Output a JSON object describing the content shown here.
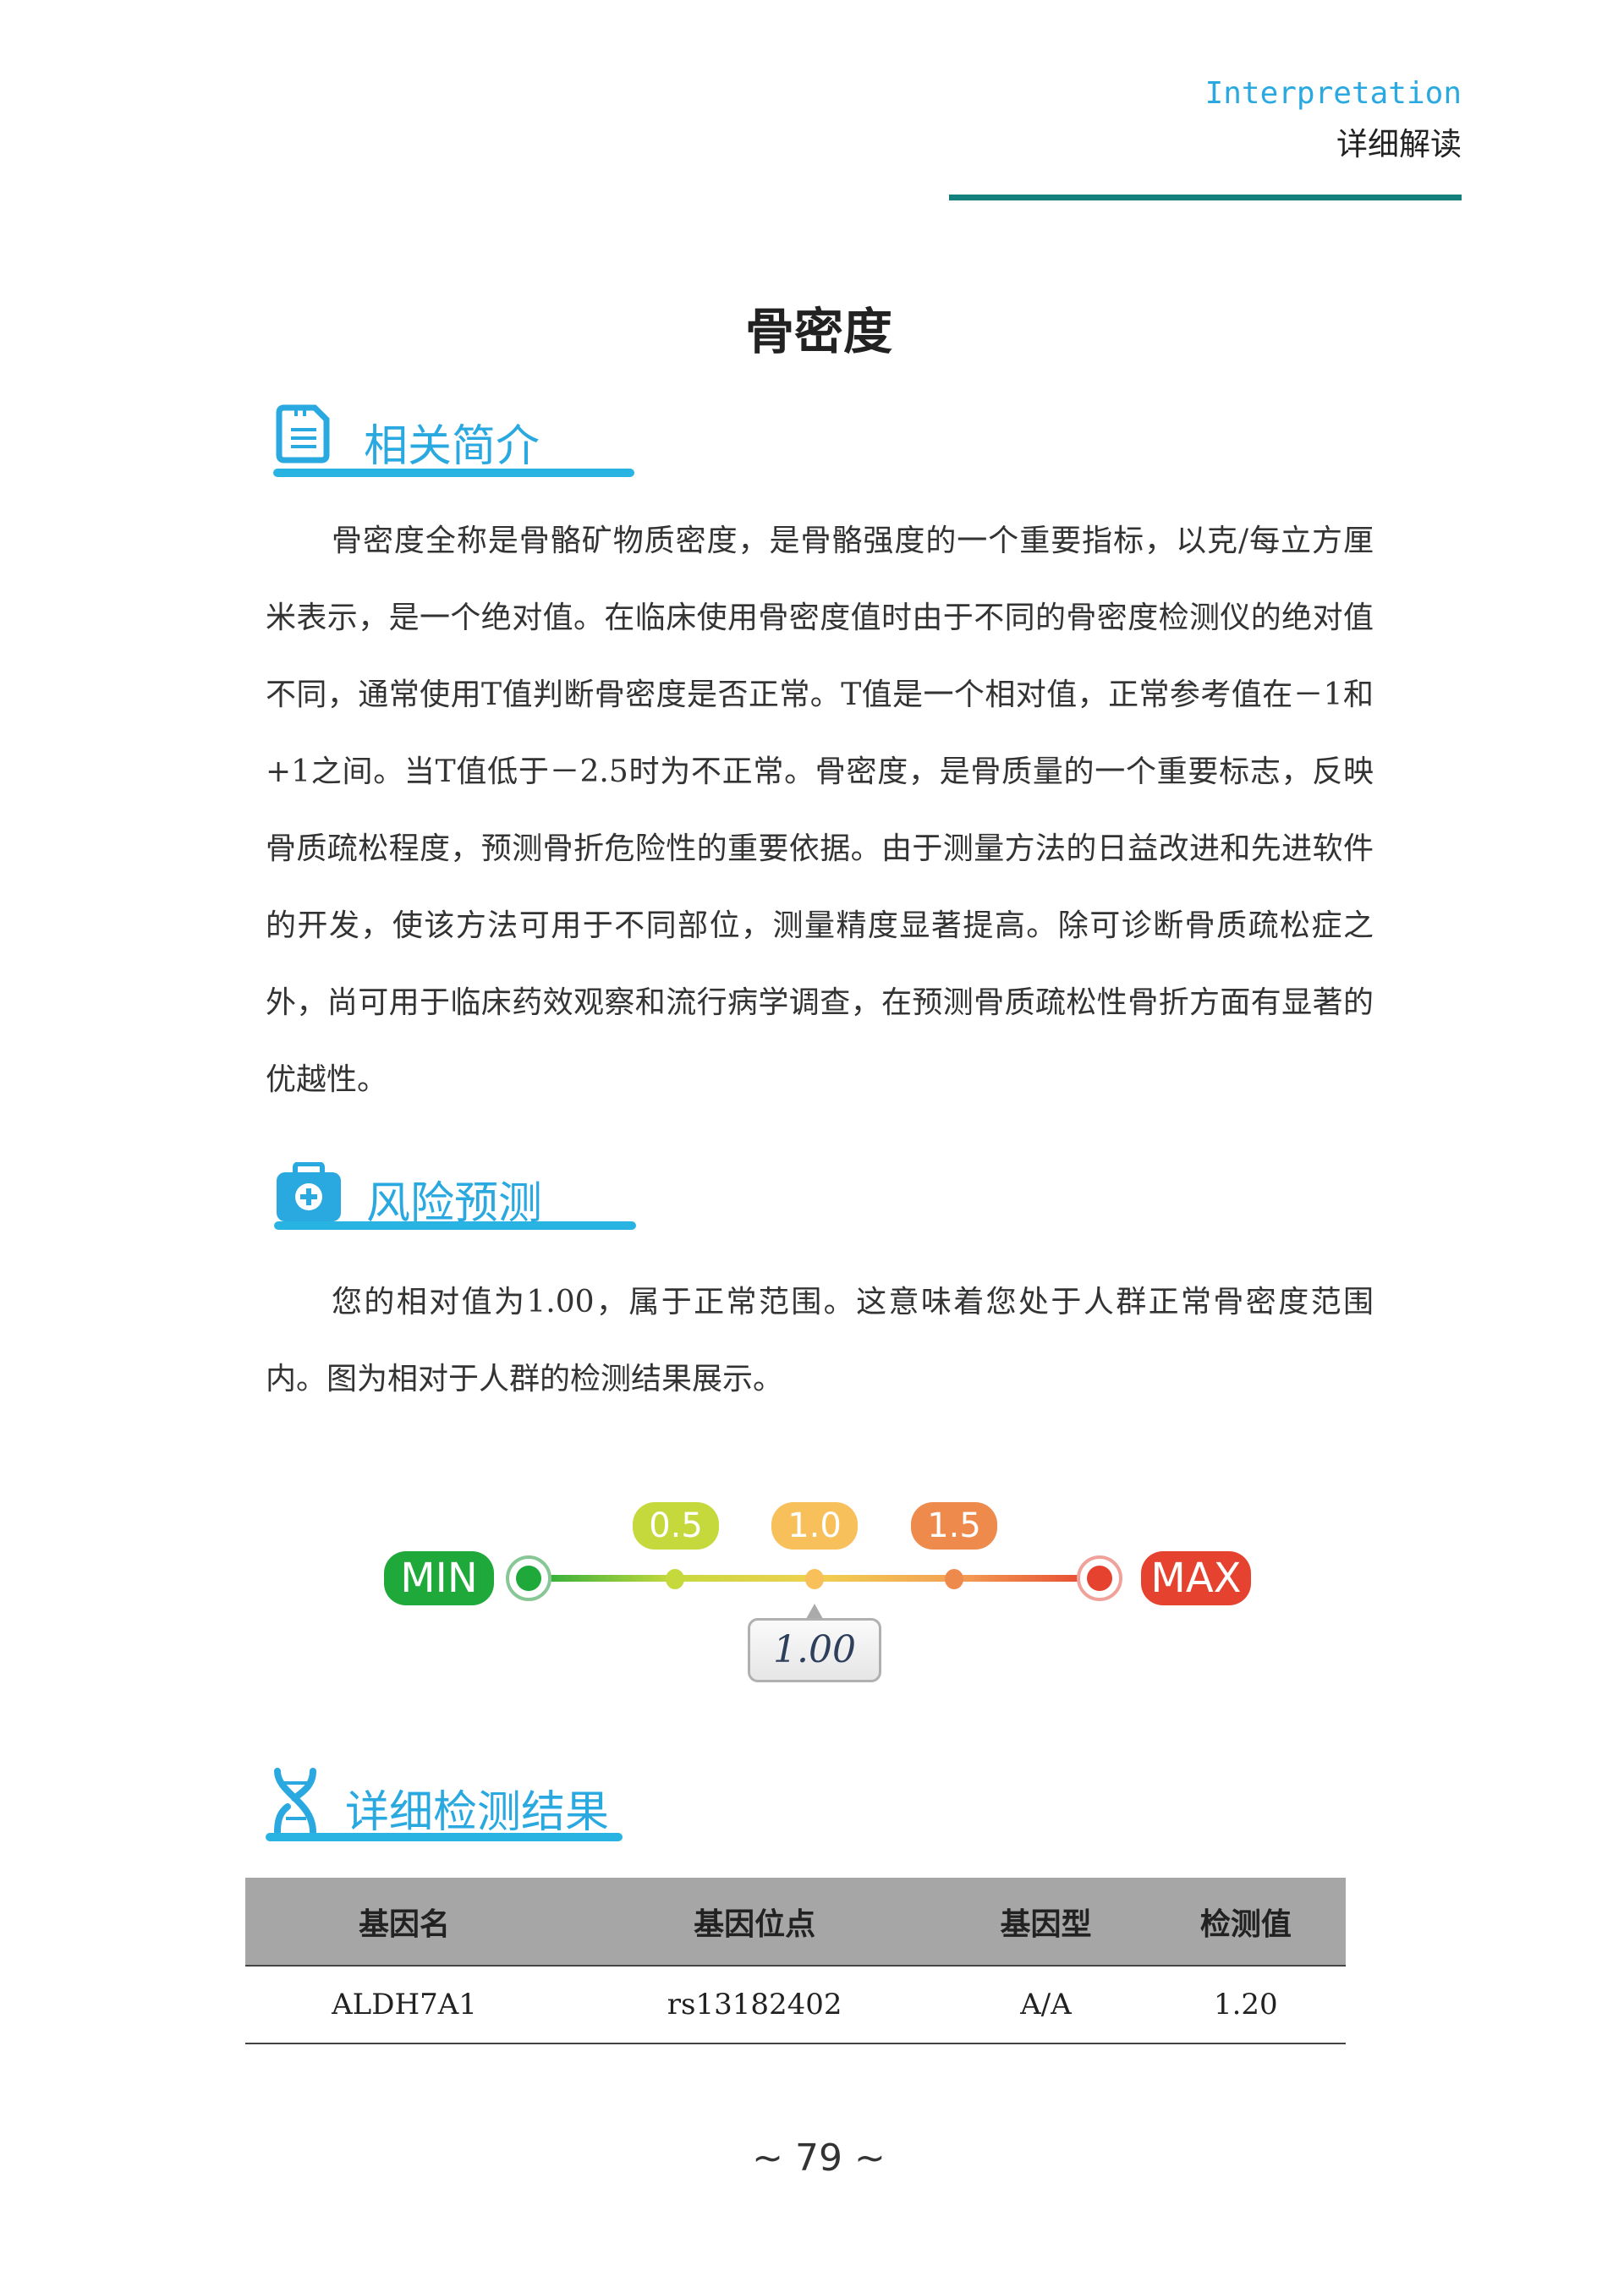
{
  "header": {
    "english": "Interpretation",
    "chinese": "详细解读"
  },
  "title": "骨密度",
  "sections": [
    {
      "title": "相关简介",
      "icon": "document-icon",
      "paragraphs": [
        "骨密度全称是骨骼矿物质密度，是骨骼强度的一个重要指标，以克/每立方厘米表示，是一个绝对值。在临床使用骨密度值时由于不同的骨密度检测仪的绝对值不同，通常使用T值判断骨密度是否正常。T值是一个相对值，正常参考值在－1和+1之间。当T值低于－2.5时为不正常。骨密度，是骨质量的一个重要标志，反映骨质疏松程度，预测骨折危险性的重要依据。由于测量方法的日益改进和先进软件的开发，使该方法可用于不同部位，测量精度显著提高。除可诊断骨质疏松症之外，尚可用于临床药效观察和流行病学调查，在预测骨质疏松性骨折方面有显著的优越性。"
      ]
    },
    {
      "title": "风险预测",
      "icon": "medical-kit-icon",
      "paragraphs": [
        "您的相对值为1.00，属于正常范围。这意味着您处于人群正常骨密度范围内。图为相对于人群的检测结果展示。"
      ]
    },
    {
      "title": "详细检测结果",
      "icon": "dna-icon"
    }
  ],
  "gauge": {
    "min_label": "MIN",
    "max_label": "MAX",
    "ticks": [
      "0.5",
      "1.0",
      "1.5"
    ],
    "value": "1.00",
    "value_fraction": 0.5,
    "colors": {
      "min": "#1fa93a",
      "t1": "#c5d93d",
      "t2": "#f7c05a",
      "t3": "#ee8a4c",
      "max": "#e5432f"
    }
  },
  "table": {
    "headers": [
      "基因名",
      "基因位点",
      "基因型",
      "检测值"
    ],
    "rows": [
      [
        "ALDH7A1",
        "rs13182402",
        "A/A",
        "1.20"
      ]
    ]
  },
  "page_number": "~ 79 ~"
}
